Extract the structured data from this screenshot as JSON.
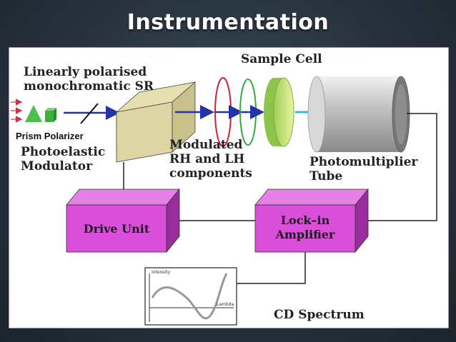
{
  "title": "Instrumentation",
  "labels": {
    "source_line1": "Linearly polarised",
    "source_line2": "monochromatic SR",
    "prism_polarizer": "Prism Polarizer",
    "pem_line1": "Photoelastic",
    "pem_line2": "Modulator",
    "sample_cell": "Sample Cell",
    "modulated_line1": "Modulated",
    "modulated_line2": "RH and LH",
    "modulated_line3": "components",
    "pmt_line1": "Photomultiplier",
    "pmt_line2": "Tube",
    "drive_unit": "Drive Unit",
    "lockin_line1": "Lock–in",
    "lockin_line2": "Amplifier",
    "cd_spectrum": "CD Spectrum",
    "graph_y": "Intensity",
    "graph_x": "Lambda"
  },
  "colors": {
    "box_front": "#d94fd9",
    "box_top": "#e680e6",
    "box_side": "#9b2c9b",
    "pem_front": "#d9d3a0",
    "beam": "#2233aa",
    "ring_red": "#cc2233",
    "ring_green": "#33aa44"
  }
}
